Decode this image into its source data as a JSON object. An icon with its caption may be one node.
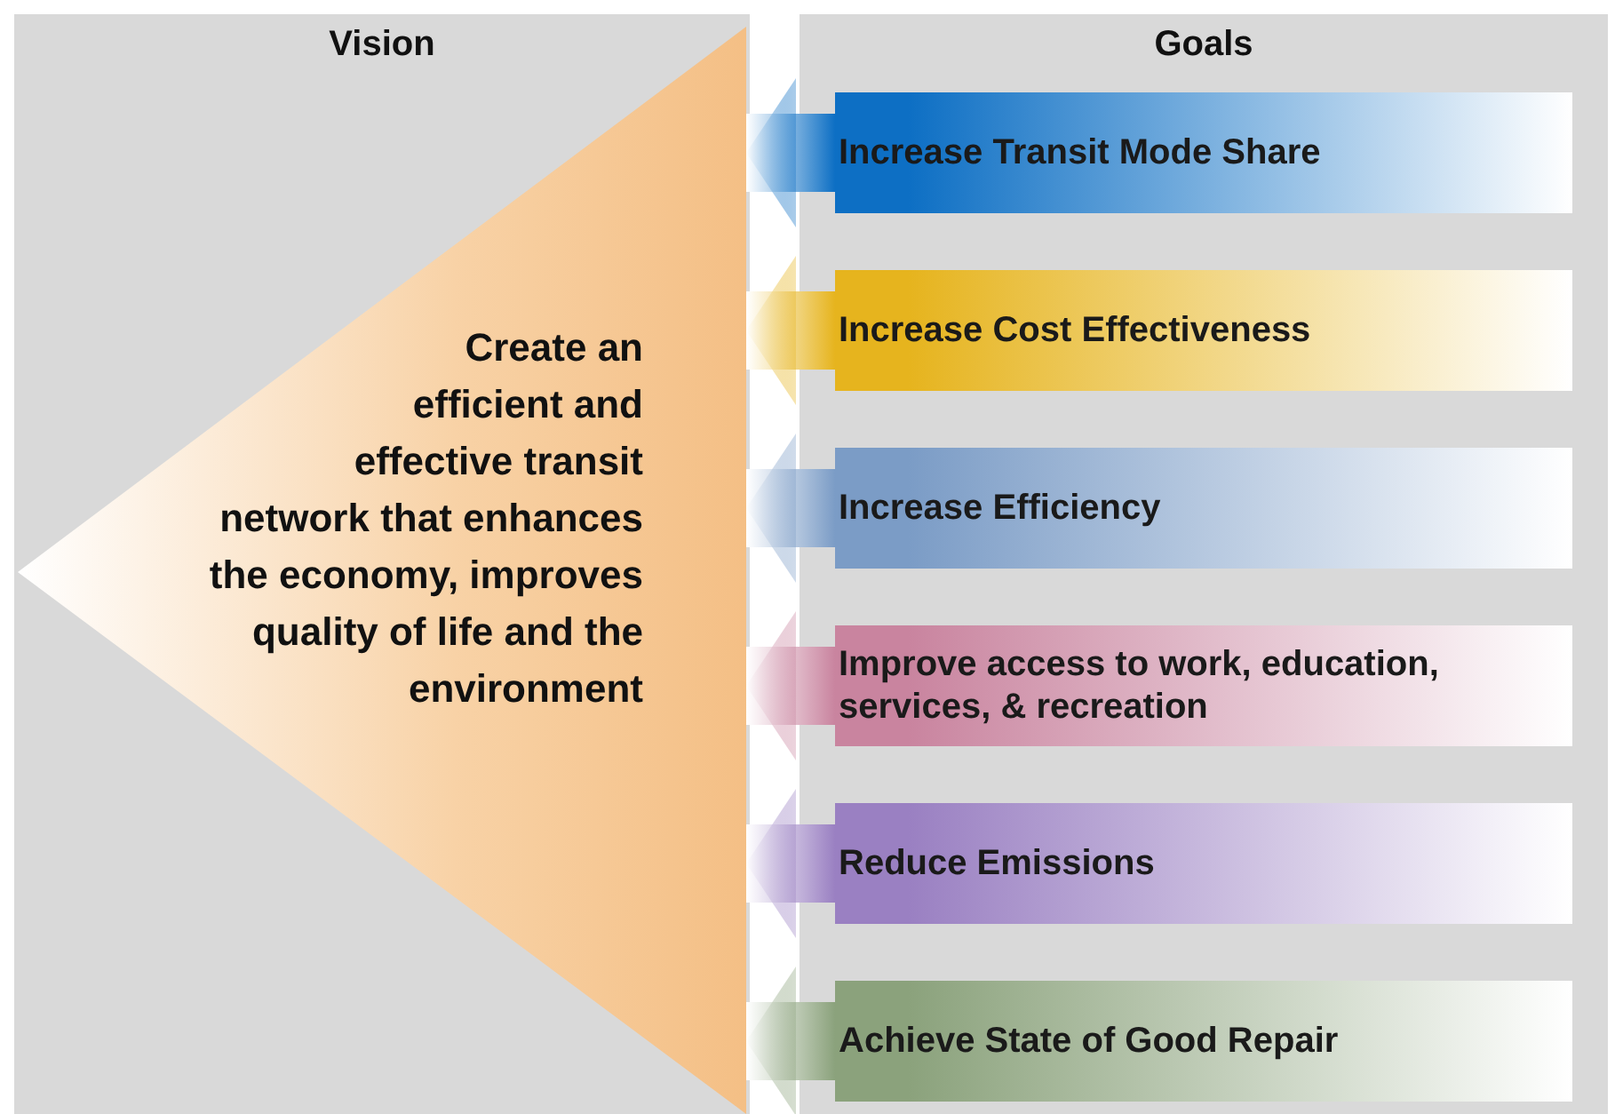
{
  "diagram": {
    "nodes": [
      {
        "text": [
          "Vision"
        ]
      },
      {
        "text": [
          "Goals"
        ]
      },
      {
        "text": [
          "Create an efficient and effective transit network that enhances the economy, improves quality of life and the environment"
        ],
        "in": 0
      },
      {
        "text": [
          "Increase Transit Mode Share"
        ],
        "in": 1
      },
      {
        "text": [
          "Increase Cost Effectiveness"
        ],
        "in": 1
      },
      {
        "text": [
          "Increase Efficiency"
        ],
        "in": 1
      },
      {
        "text": [
          "Improve access to work, education, services, & recreation"
        ],
        "in": 1
      },
      {
        "text": [
          "Reduce Emissions"
        ],
        "in": 1
      },
      {
        "text": [
          "Achieve State of Good Repair"
        ],
        "in": 1
      }
    ],
    "edges": [
      {
        "from": 3,
        "to": 2,
        "arrow": "to"
      },
      {
        "from": 4,
        "to": 2,
        "arrow": "to"
      },
      {
        "from": 5,
        "to": 2,
        "arrow": "to"
      },
      {
        "from": 6,
        "to": 2,
        "arrow": "to"
      },
      {
        "from": 7,
        "to": 2,
        "arrow": "to"
      },
      {
        "from": 8,
        "to": 2,
        "arrow": "to"
      }
    ]
  }
}
